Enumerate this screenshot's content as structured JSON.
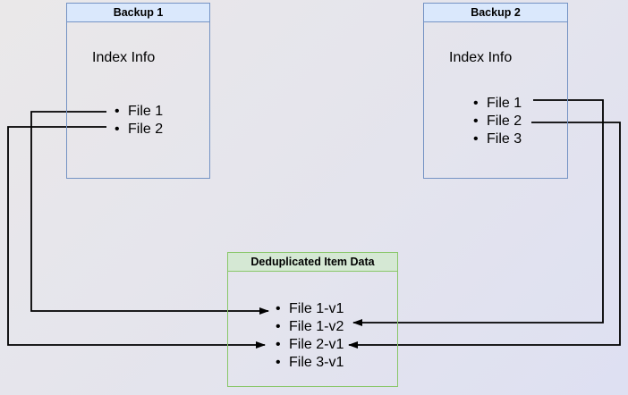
{
  "diagram": {
    "backup1": {
      "title": "Backup 1",
      "subtitle": "Index Info",
      "items": [
        "File 1",
        "File 2"
      ]
    },
    "backup2": {
      "title": "Backup 2",
      "subtitle": "Index Info",
      "items": [
        "File 1",
        "File 2",
        "File 3"
      ]
    },
    "dedup": {
      "title": "Deduplicated Item Data",
      "items": [
        "File 1-v1",
        "File 1-v2",
        "File 2-v1",
        "File 3-v1"
      ]
    },
    "edges": [
      {
        "from": "Backup 1 / File 1",
        "to": "Deduplicated Item Data / File 1-v1"
      },
      {
        "from": "Backup 1 / File 2",
        "to": "Deduplicated Item Data / File 2-v1"
      },
      {
        "from": "Backup 2 / File 1",
        "to": "Deduplicated Item Data / File 1-v2"
      },
      {
        "from": "Backup 2 / File 2",
        "to": "Deduplicated Item Data / File 2-v1"
      }
    ],
    "colors": {
      "blue_fill": "#dae8fc",
      "blue_border": "#7593c4",
      "green_fill": "#d5e8d4",
      "green_border": "#8ac76a",
      "line": "#000000",
      "background_top": "#eae8e9",
      "background_bottom": "#dee0f2"
    }
  }
}
